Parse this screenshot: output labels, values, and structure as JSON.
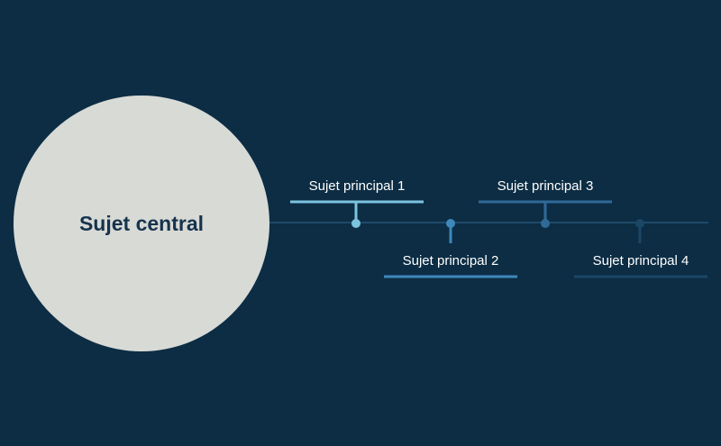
{
  "diagram": {
    "central_topic": {
      "label": "Sujet central",
      "fill_color": "#d8dad6",
      "text_color": "#16334d"
    },
    "timeline_color": "#1f4a69",
    "label_color": "#ffffff",
    "topics": [
      {
        "label": "Sujet principal 1",
        "accent_color": "#7cc3e0",
        "side": "above"
      },
      {
        "label": "Sujet principal 2",
        "accent_color": "#3f88bb",
        "side": "below"
      },
      {
        "label": "Sujet principal 3",
        "accent_color": "#2f6a99",
        "side": "above"
      },
      {
        "label": "Sujet principal 4",
        "accent_color": "#1b4766",
        "side": "below"
      }
    ]
  }
}
